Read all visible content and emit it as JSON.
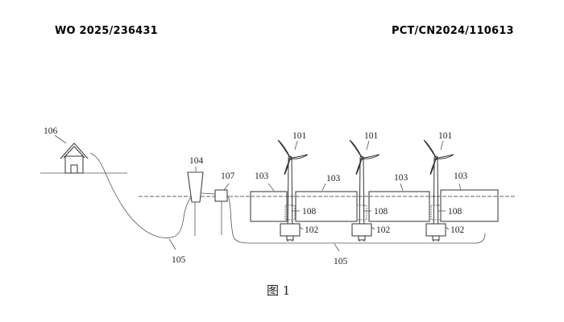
{
  "header": {
    "publication_number": "WO 2025/236431",
    "application_number": "PCT/CN2024/110613"
  },
  "figure": {
    "caption": "图 1",
    "labels": {
      "house": "106",
      "converter_station": "104",
      "junction": "107",
      "cable": "105",
      "turbine": "101",
      "platform": "103",
      "connector": "108",
      "foundation": "102"
    },
    "turbines": [
      {
        "turbine_label": "101",
        "connector_label": "108",
        "foundation_label": "102"
      },
      {
        "turbine_label": "101",
        "connector_label": "108",
        "foundation_label": "102"
      },
      {
        "turbine_label": "101",
        "connector_label": "108",
        "foundation_label": "102"
      }
    ],
    "platform_labels": [
      "103",
      "103",
      "103",
      "103"
    ]
  }
}
